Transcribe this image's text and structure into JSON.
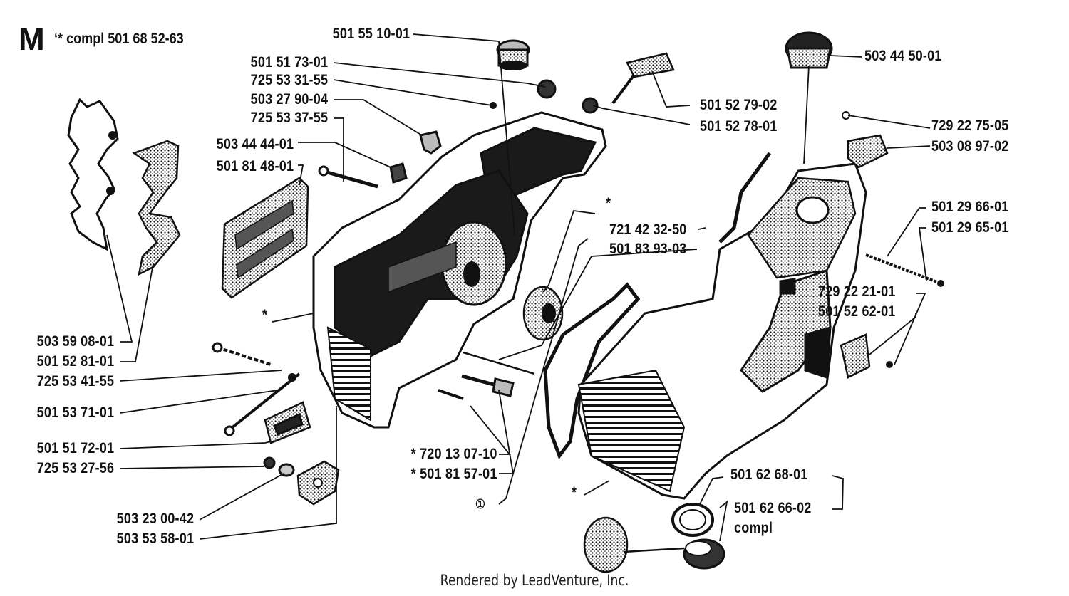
{
  "diagram": {
    "section_letter": "M",
    "section_note": "‘* compl 501 68 52-63",
    "footer": "Rendered by LeadVenture, Inc.",
    "labels": {
      "p5015510": "501 55 10-01",
      "p5015173": "501 51 73-01",
      "p7255331": "725 53 31-55",
      "p5032790": "503 27 90-04",
      "p7255337": "725 53 37-55",
      "p5034444": "503 44 44-01",
      "p5018148": "501 81 48-01",
      "p5035908": "503 59 08-01",
      "p5015281": "501 52 81-01",
      "p7255341": "725 53 41-55",
      "p5015371": "501 53 71-01",
      "p5015172": "501 51 72-01",
      "p7255327": "725 53 27-56",
      "p5032300": "503 23 00-42",
      "p5035358": "503 53 58-01",
      "p7201307": "* 720 13 07-10",
      "p5018157": "* 501 81 57-01",
      "circle1": "①",
      "p7214232": "721 42 32-50",
      "p5018393": "501 83 93-03",
      "p5034450": "503 44 50-01",
      "p5015279": "501 52 79-02",
      "p5015278": "501 52 78-01",
      "p7292275": "729 22 75-05",
      "p5030897": "503 08 97-02",
      "p5012966": "501 29 66-01",
      "p5012965": "501 29 65-01",
      "p7292221": "729 22 21-01",
      "p5015262": "501 52 62-01",
      "p5016268": "501 62 68-01",
      "p5016266": "501 62 66-02",
      "compl": "compl",
      "star": "*"
    }
  }
}
